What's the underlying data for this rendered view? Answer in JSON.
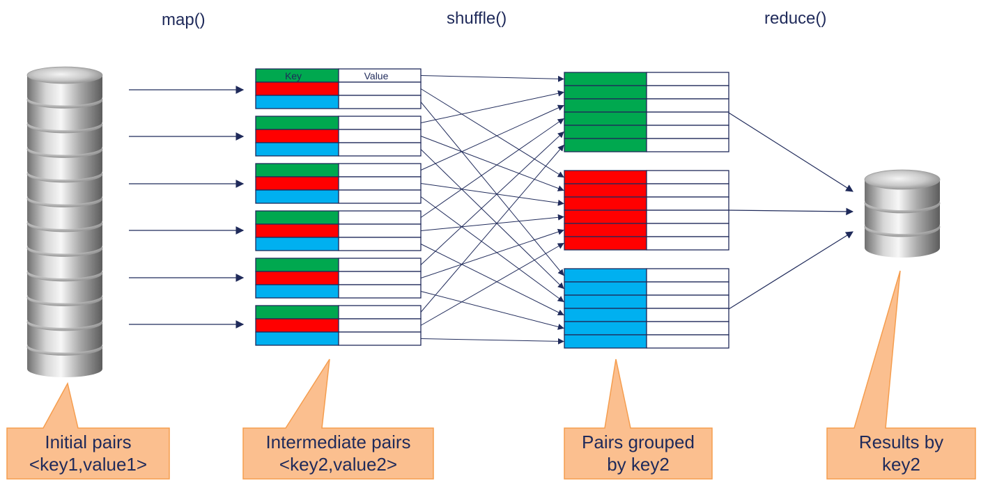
{
  "phases": {
    "map": "map()",
    "shuffle": "shuffle()",
    "reduce": "reduce()"
  },
  "header_labels": {
    "key": "Key",
    "value": "Value"
  },
  "callouts": {
    "initial": {
      "line1": "Initial pairs",
      "line2": "<key1,value1>"
    },
    "intermediate": {
      "line1": "Intermediate pairs",
      "line2": "<key2,value2>"
    },
    "grouped": {
      "line1": "Pairs grouped",
      "line2": "by key2"
    },
    "results": {
      "line1": "Results by",
      "line2": "key2"
    }
  },
  "colors": {
    "green": "#00a84f",
    "red": "#ff0000",
    "blue": "#00b0f0",
    "line": "#1f2a5a",
    "callout_fill": "#fbbf8f",
    "callout_stroke": "#f59d4e"
  }
}
